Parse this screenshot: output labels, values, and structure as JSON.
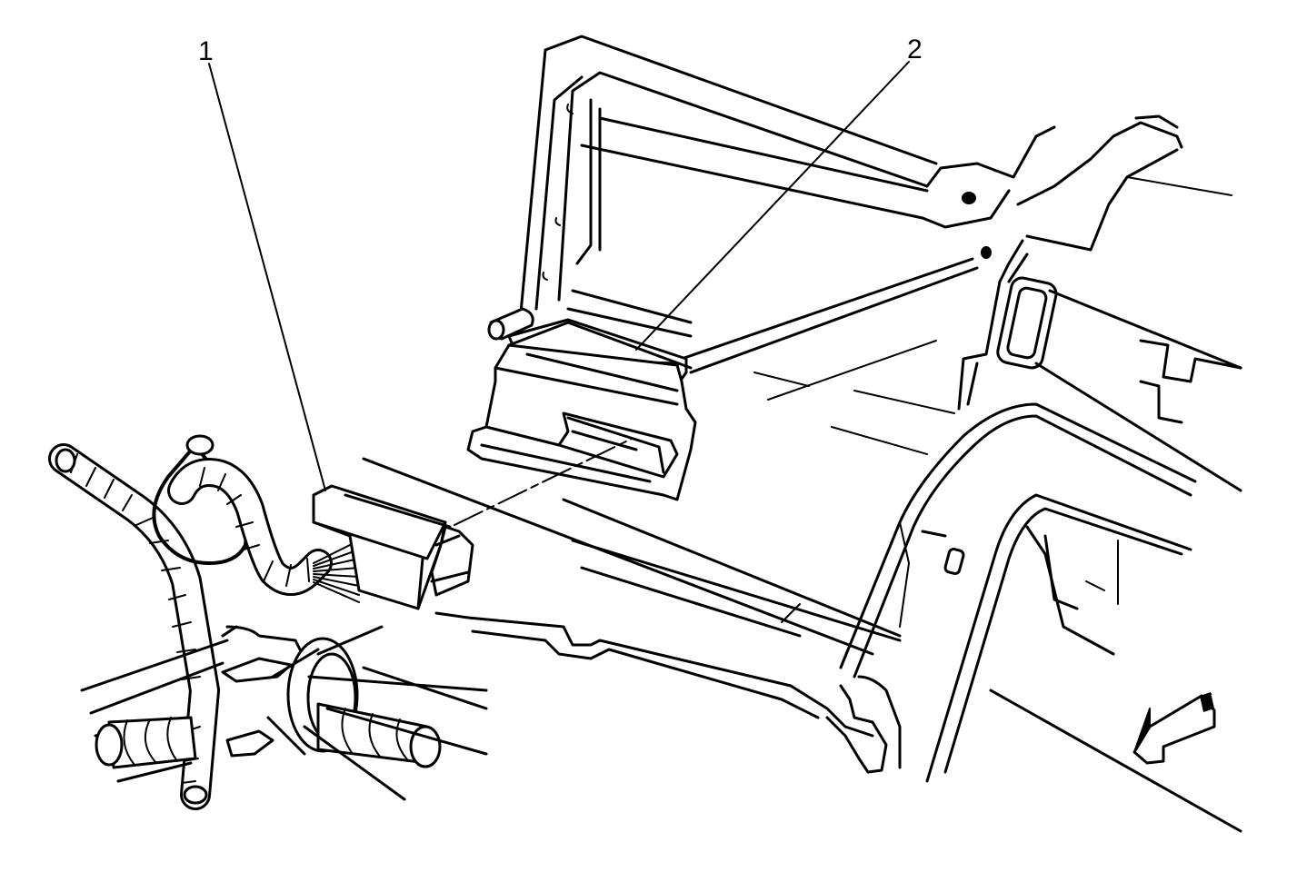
{
  "callouts": [
    {
      "id": "1",
      "label": "1"
    },
    {
      "id": "2",
      "label": "2"
    }
  ],
  "icons": {
    "front_arrow": "direction-arrow-icon"
  }
}
